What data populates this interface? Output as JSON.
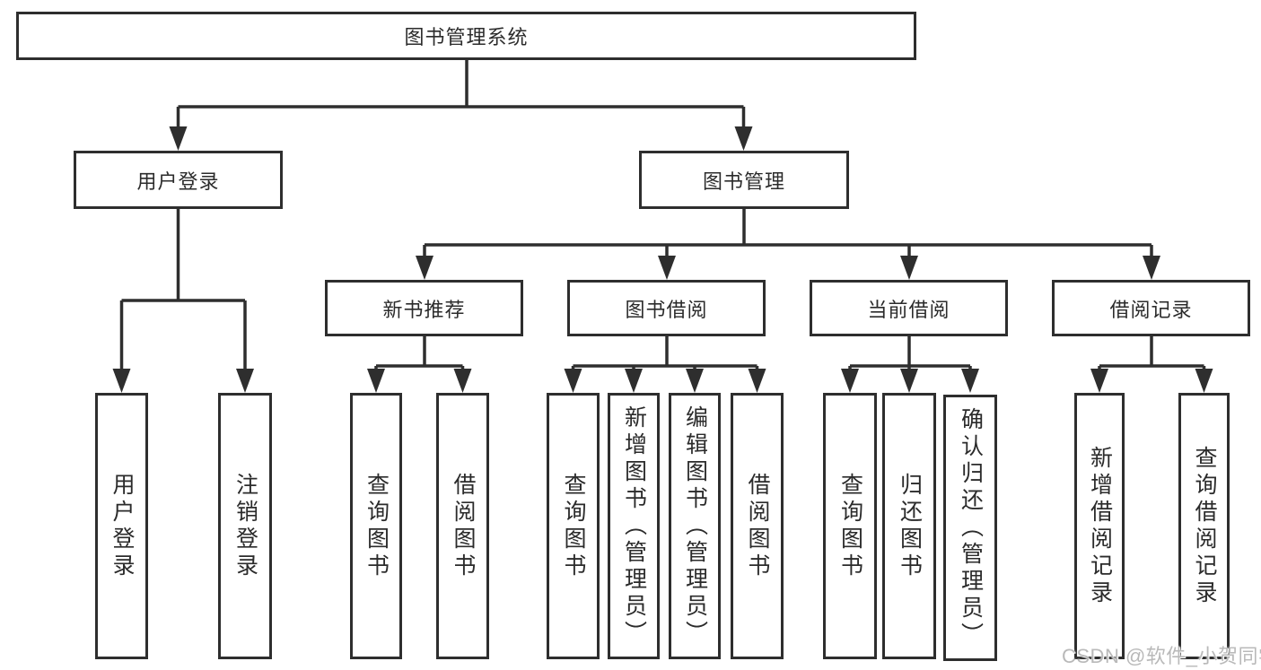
{
  "diagram": {
    "root": {
      "label": "图书管理系统"
    },
    "user_login": {
      "label": "用户登录",
      "leaves": [
        {
          "label": "用户登录"
        },
        {
          "label": "注销登录"
        }
      ]
    },
    "book_management": {
      "label": "图书管理",
      "sections": [
        {
          "label": "新书推荐",
          "leaves": [
            {
              "label": "查询图书"
            },
            {
              "label": "借阅图书"
            }
          ]
        },
        {
          "label": "图书借阅",
          "leaves": [
            {
              "label": "查询图书"
            },
            {
              "label": "新增图书（管理员）"
            },
            {
              "label": "编辑图书（管理员）"
            },
            {
              "label": "借阅图书"
            }
          ]
        },
        {
          "label": "当前借阅",
          "leaves": [
            {
              "label": "查询图书"
            },
            {
              "label": "归还图书"
            },
            {
              "label": "确认归还（管理员）"
            }
          ]
        },
        {
          "label": "借阅记录",
          "leaves": [
            {
              "label": "新增借阅记录"
            },
            {
              "label": "查询借阅记录"
            }
          ]
        }
      ]
    }
  },
  "watermark": {
    "text": "CSDN @软件_小贺同学"
  },
  "colors": {
    "line": "#2e2e2e",
    "text": "#2b2b2b",
    "background": "#ffffff",
    "watermark": "#b9b9b9"
  }
}
